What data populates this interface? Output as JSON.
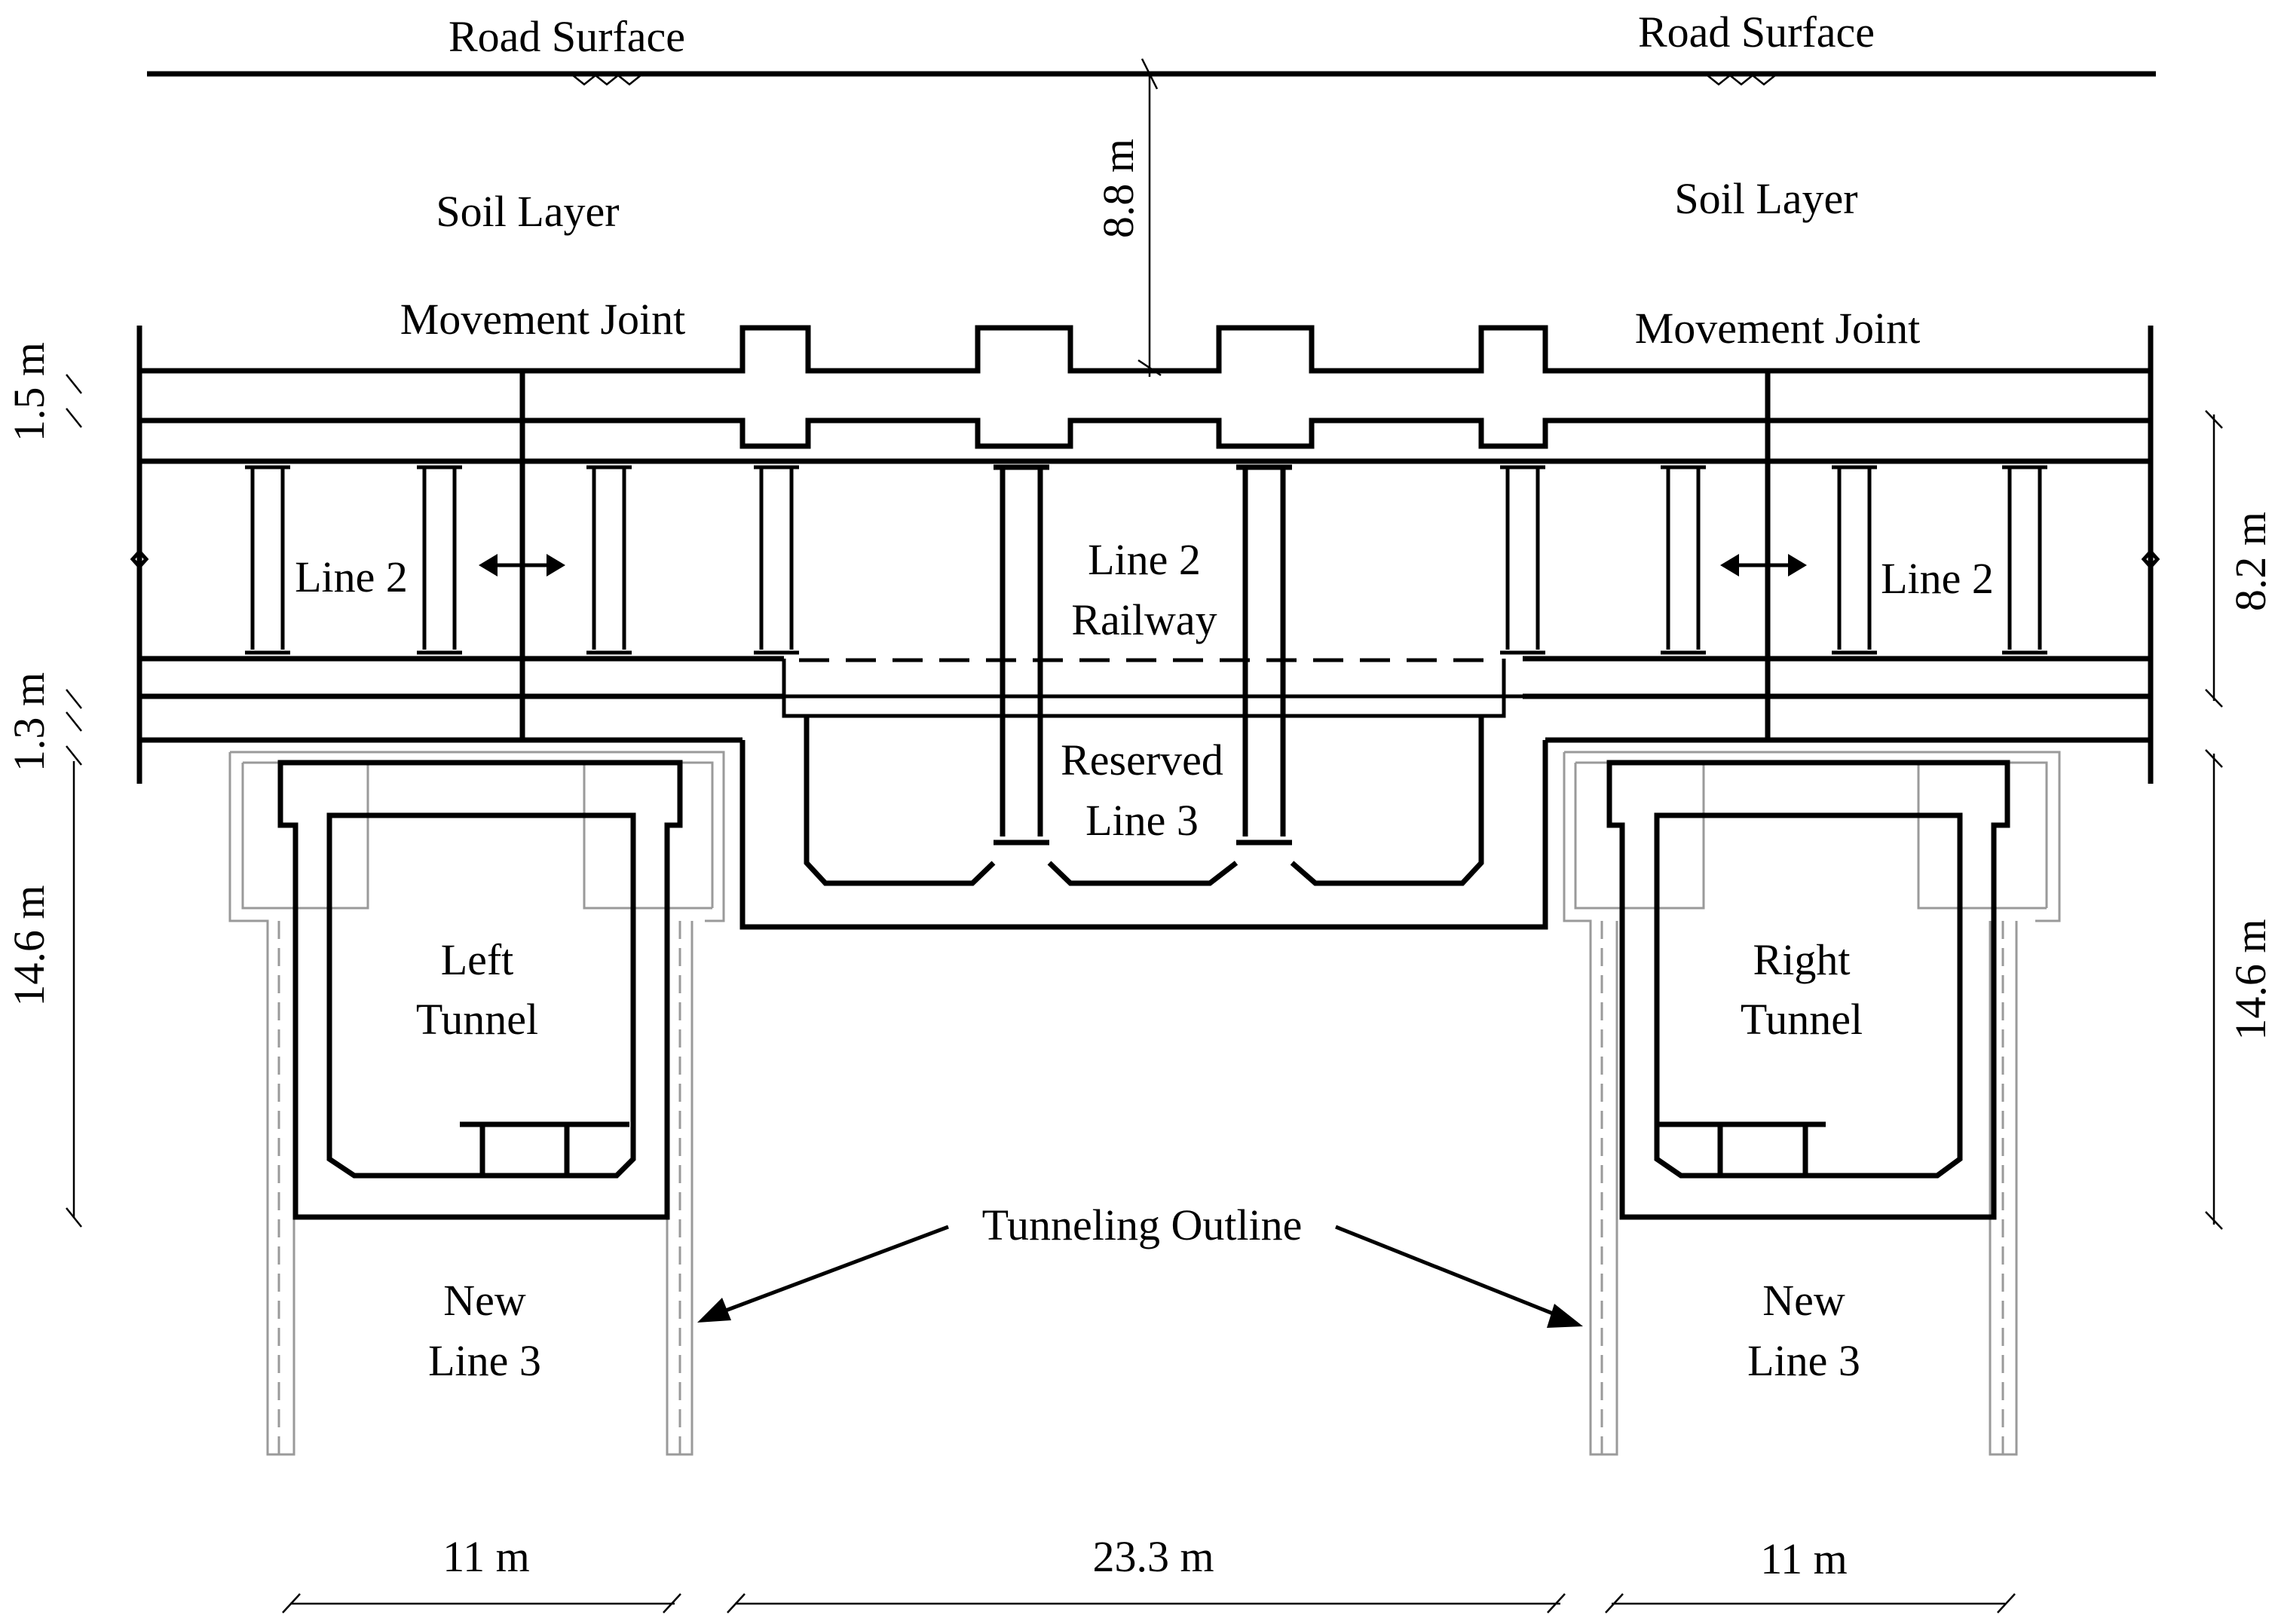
{
  "labels": {
    "road_surface_left": "Road Surface",
    "road_surface_right": "Road Surface",
    "soil_layer_left": "Soil Layer",
    "soil_layer_right": "Soil Layer",
    "movement_joint_left": "Movement Joint",
    "movement_joint_right": "Movement Joint",
    "line2_left": "Line 2",
    "line2_right": "Line 2",
    "line2_railway_1": "Line 2",
    "line2_railway_2": "Railway",
    "reserved_1": "Reserved",
    "reserved_2": "Line 3",
    "left_tunnel_1": "Left",
    "left_tunnel_2": "Tunnel",
    "right_tunnel_1": "Right",
    "right_tunnel_2": "Tunnel",
    "new_line3_left_1": "New",
    "new_line3_left_2": "Line 3",
    "new_line3_right_1": "New",
    "new_line3_right_2": "Line 3",
    "tunneling_outline": "Tunneling Outline"
  },
  "dimensions": {
    "depth_cover": "8.8 m",
    "roof_slab": "1.5 m",
    "floor_slab": "1.3 m",
    "left_height": "14.6 m",
    "right_height": "14.6 m",
    "station_height": "8.2 m",
    "left_width": "11 m",
    "middle_width": "23.3 m",
    "right_width": "11 m"
  }
}
